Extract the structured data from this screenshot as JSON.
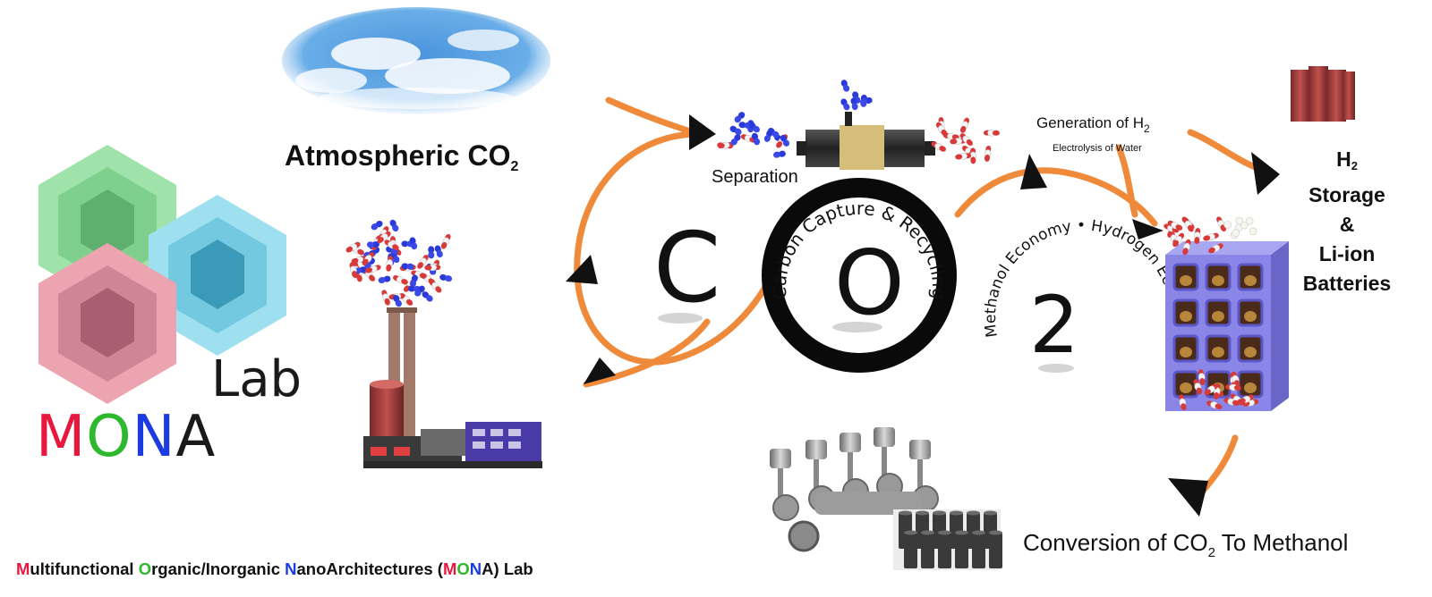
{
  "logo": {
    "lab": "Lab",
    "mona_letters": [
      "M",
      "O",
      "N",
      "A"
    ]
  },
  "atmospheric": {
    "title_main": "Atmospheric CO",
    "title_sub": "2"
  },
  "separation": "Separation",
  "generation": {
    "main": "Generation of  H",
    "sub": "2",
    "electrolysis": "Electrolysis of Water"
  },
  "storage": {
    "h_main": "H",
    "h_sub": "2",
    "line1": "Storage",
    "line2": "&",
    "line3": "Li-ion",
    "line4": "Batteries"
  },
  "cycle": {
    "letter_c": "C",
    "letter_o": "O",
    "digit_2": "2",
    "ring_text": "Carbon Capture & Recycling",
    "arc_text": "Methanol Economy • Hydrogen Economy"
  },
  "conversion": {
    "part1": "Conversion of  CO",
    "sub": "2",
    "part2": "  To Methanol"
  },
  "footer": {
    "m": "M",
    "w1": "ultifunctional ",
    "o": "O",
    "w2": "rganic/Inorganic ",
    "n": "N",
    "w3": "anoArchitectures (",
    "m2": "M",
    "o2": "O",
    "n2": "N",
    "w4": "A) Lab"
  },
  "colors": {
    "arrow_orange": "#ef8a3a",
    "hex_green": "#8fdc9c",
    "hex_blue": "#8ed9ec",
    "hex_pink": "#e99aa8",
    "mof_purple": "#8a86e8"
  }
}
